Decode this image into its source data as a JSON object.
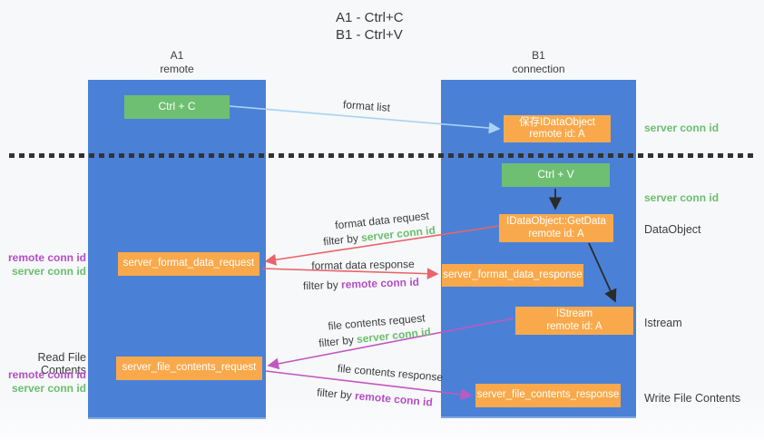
{
  "title": {
    "line1": "A1 - Ctrl+C",
    "line2": "B1 - Ctrl+V"
  },
  "lanes": {
    "left": {
      "name": "A1",
      "role": "remote"
    },
    "right": {
      "name": "B1",
      "role": "connection"
    }
  },
  "nodes": {
    "ctrl_c": {
      "label": "Ctrl + C"
    },
    "save_idataobject": {
      "line1": "保存IDataObject",
      "line2": "remote id: A"
    },
    "ctrl_v": {
      "label": "Ctrl + V"
    },
    "getdata": {
      "line1": "IDataObject::GetData",
      "line2": "remote id: A"
    },
    "format_data_request": {
      "label": "server_format_data_request"
    },
    "format_data_response": {
      "label": "server_format_data_response"
    },
    "istream": {
      "line1": "IStream",
      "line2": "remote id: A"
    },
    "file_contents_request": {
      "label": "server_file_contents_request"
    },
    "file_contents_response": {
      "label": "server_file_contents_response"
    }
  },
  "terms": {
    "filter_by": "filter by",
    "server_conn_id": "server conn id",
    "remote_conn_id": "remote conn id"
  },
  "edge_labels": {
    "format_list": "format list",
    "format_data_request": "format data request",
    "format_data_response": "format data response",
    "file_contents_request": "file contents request",
    "file_contents_response": "file contents response"
  },
  "side_labels": {
    "read_file_contents": "Read File Contents",
    "dataobject": "DataObject",
    "istream": "Istream",
    "write_file_contents": "Write File Contents"
  },
  "colors": {
    "lane_blue": "#4a81d6",
    "node_green": "#6fbf72",
    "node_orange": "#f9a94b",
    "arrow_light_blue": "#a9d2f2",
    "arrow_red": "#e8646c",
    "arrow_purple": "#c158c1",
    "arrow_black": "#2b2b2b",
    "text_green": "#6abf6e",
    "text_purple": "#b44ec6",
    "text_dark": "#3d3d3d"
  }
}
